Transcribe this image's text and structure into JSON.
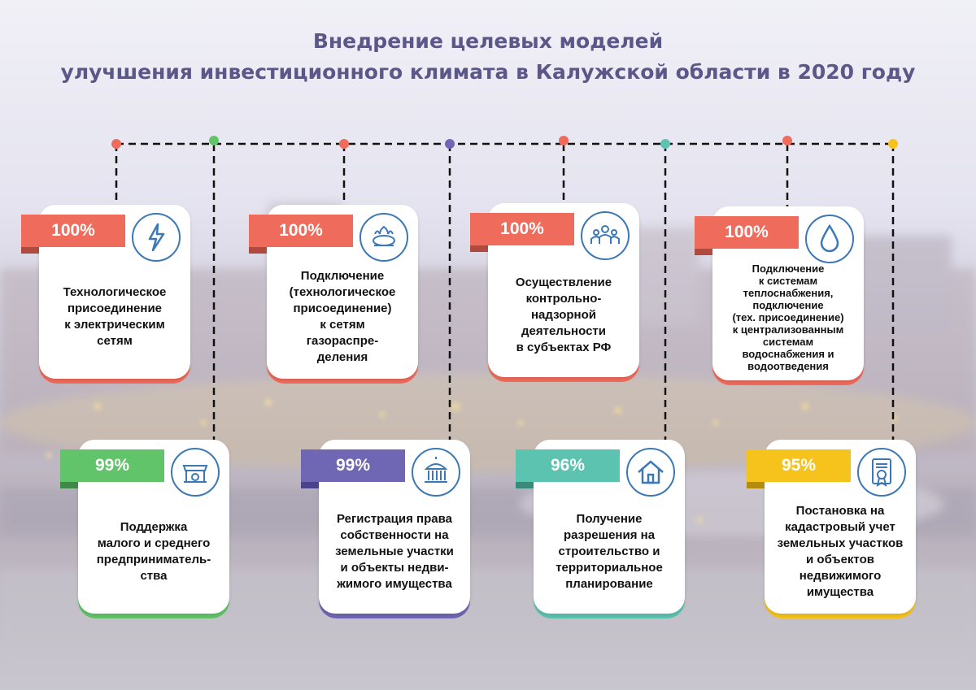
{
  "title": {
    "line1": "Внедрение целевых моделей",
    "line2": "улучшения инвестиционного климата в Калужской области в 2020 году"
  },
  "colors": {
    "title": "#5c5789",
    "coral": "#ef6b5b",
    "green": "#62c46a",
    "purple": "#6f67b4",
    "teal": "#5cc3b0",
    "yellow": "#f6c31c",
    "icon_stroke": "#3c78b5"
  },
  "cards": [
    {
      "percent": "100%",
      "icon": "lightning-icon",
      "text": "Технологическое\nприсоединение\nк электрическим\nсетям"
    },
    {
      "percent": "100%",
      "icon": "gas-burner-icon",
      "text": "Подключение\n(технологическое\nприсоединение)\nк сетям\nгазораспре-\nделения"
    },
    {
      "percent": "100%",
      "icon": "people-group-icon",
      "text": "Осуществление\nконтрольно-\nнадзорной\nдеятельности\nв субъектах РФ"
    },
    {
      "percent": "100%",
      "icon": "water-drop-icon",
      "text": "Подключение\nк системам\nтеплоснабжения,\nподключение\n(тех. присоединение)\nк централизованным\nсистемам\nводоснабжения и\nводоотведения"
    },
    {
      "percent": "99%",
      "icon": "market-stall-icon",
      "text": "Поддержка\nмалого и среднего\nпредприниматель-\nства"
    },
    {
      "percent": "99%",
      "icon": "government-building-icon",
      "text": "Регистрация права\nсобственности на\nземельные участки\nи объекты недви-\nжимого имущества"
    },
    {
      "percent": "96%",
      "icon": "house-icon",
      "text": "Получение\nразрешения на\nстроительство и\nтерриториальное\nпланирование"
    },
    {
      "percent": "95%",
      "icon": "certificate-icon",
      "text": "Постановка на\nкадастровый учет\nземельных участков\nи объектов\nнедвижимого\nимущества"
    }
  ]
}
